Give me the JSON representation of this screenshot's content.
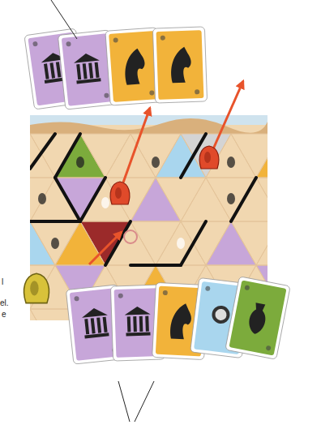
{
  "diagram": {
    "labels": [
      "l",
      "el.",
      "e"
    ]
  }
}
